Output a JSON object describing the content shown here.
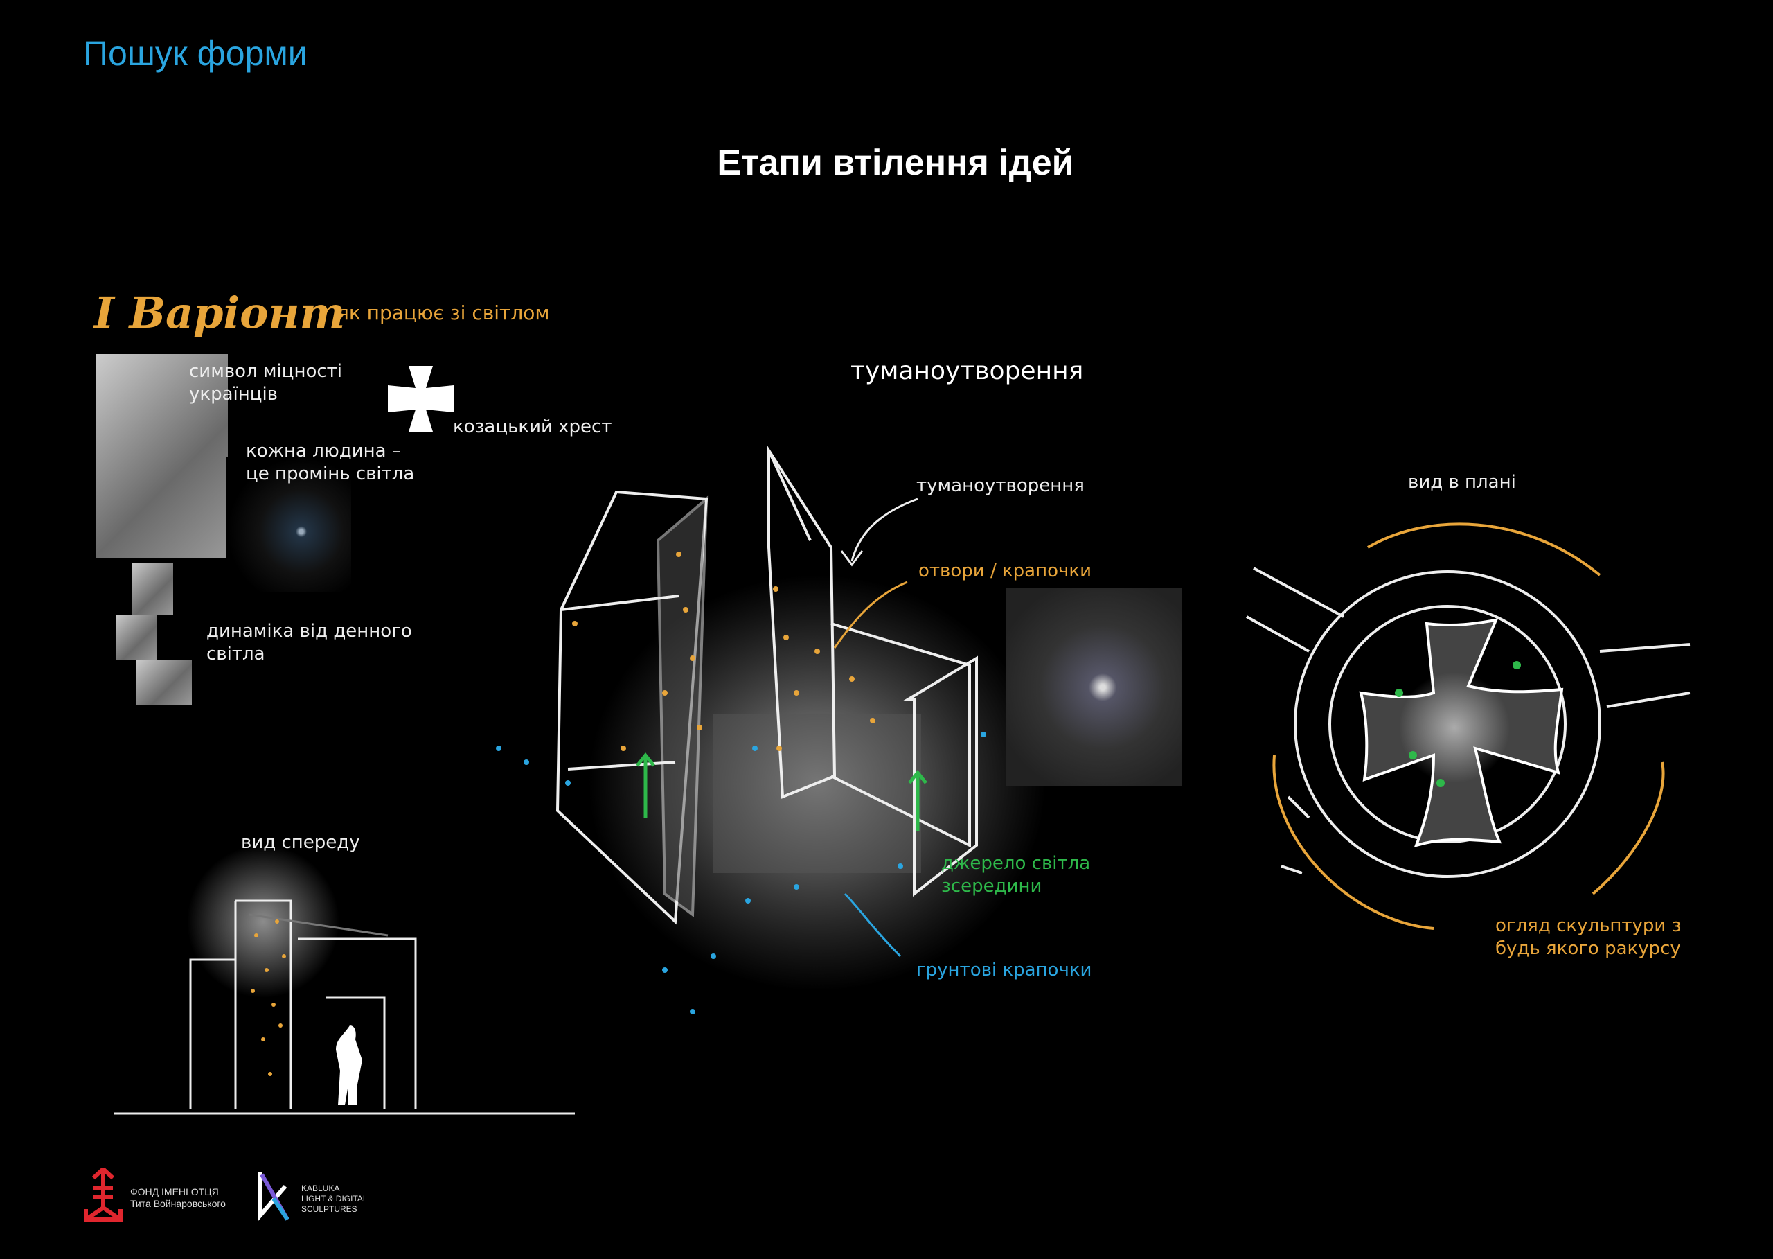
{
  "header": {
    "section": "Пошук форми",
    "title": "Етапи втілення ідей"
  },
  "variant": {
    "heading": "I Варіонт",
    "subtitle": "як працює зі світлом"
  },
  "left_notes": [
    "символ міцності українців",
    "козацький хрест",
    "кожна людина – це промінь світла",
    "динаміка від денного світла"
  ],
  "front_view": {
    "label": "вид спереду"
  },
  "center": {
    "title": "туманоутворення",
    "labels": {
      "fog": "туманоутворення",
      "holes": "отвори / крапочки",
      "light_source": "джерело світла зсередини",
      "ground_dots": "грунтові крапочки"
    }
  },
  "plan": {
    "label": "вид в плані",
    "note": "огляд скульптури з будь якого ракурсу"
  },
  "footer": {
    "foundation": [
      "ФОНД ІМЕНІ ОТЦЯ",
      "Тита Войнаровського"
    ],
    "kabluka": [
      "KABLUKA",
      "LIGHT & DIGITAL",
      "SCULPTURES"
    ]
  },
  "colors": {
    "accent_blue": "#2aa5e0",
    "orange": "#e8a53a",
    "green": "#2eb84a",
    "red": "#e0262e"
  }
}
